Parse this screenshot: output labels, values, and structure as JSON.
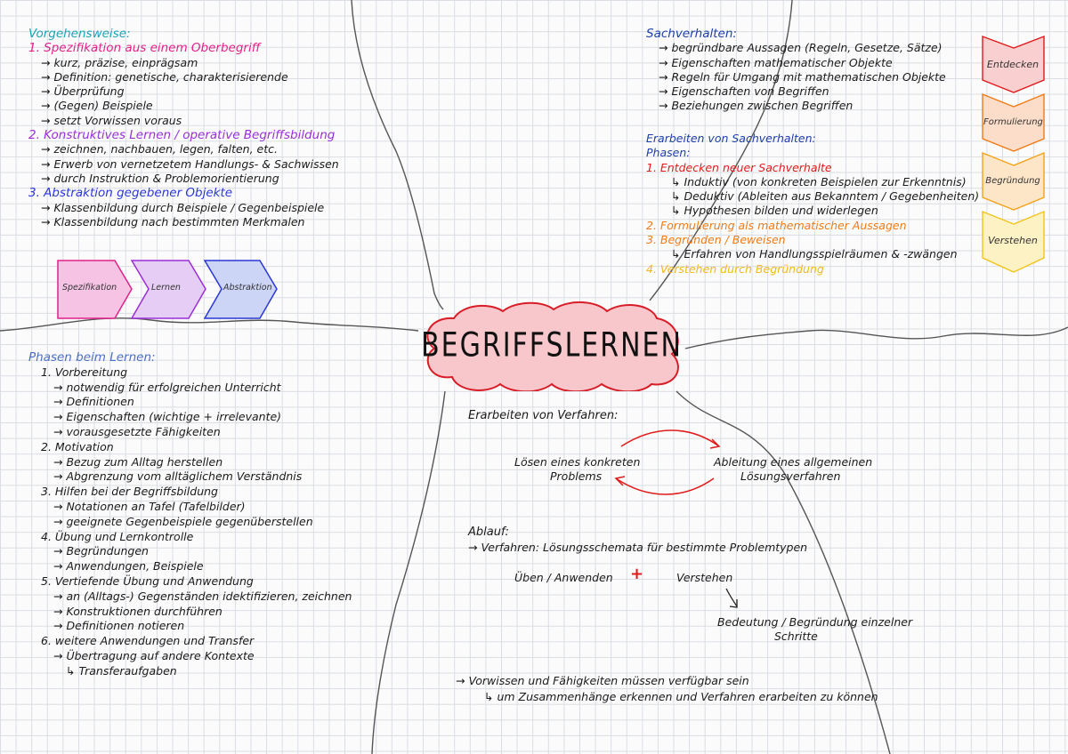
{
  "title": "BEGRIFFSLERNEN",
  "vorgehensweise": {
    "heading": "Vorgehensweise:",
    "s1": "1. Spezifikation aus einem Oberbegriff",
    "s1_items": [
      "→ kurz, präzise, einprägsam",
      "→ Definition: genetische, charakterisierende",
      "→ Überprüfung",
      "→ (Gegen) Beispiele",
      "→ setzt Vorwissen voraus"
    ],
    "s2": "2. Konstruktives Lernen / operative Begriffsbildung",
    "s2_items": [
      "→ zeichnen, nachbauen, legen, falten, etc.",
      "→ Erwerb von vernetzetem Handlungs- & Sachwissen",
      "→ durch Instruktion & Problemorientierung"
    ],
    "s3": "3. Abstraktion gegebener Objekte",
    "s3_items": [
      "→ Klassenbildung durch Beispiele / Gegenbeispiele",
      "→ Klassenbildung nach bestimmten Merkmalen"
    ]
  },
  "chevrons": [
    "Spezifikation",
    "Lernen",
    "Abstraktion"
  ],
  "sachverhalten": {
    "heading": "Sachverhalten:",
    "items": [
      "→ begründbare Aussagen (Regeln, Gesetze, Sätze)",
      "→ Eigenschaften mathematischer Objekte",
      "→ Regeln für Umgang mit mathematischen Objekte",
      "→ Eigenschaften von Begriffen",
      "→ Beziehungen zwischen Begriffen"
    ],
    "erarbeiten": "Erarbeiten von Sachverhalten:",
    "phasen": "Phasen:",
    "p1": "1. Entdecken neuer Sachverhalte",
    "p1_items": [
      "↳ Induktiv (von konkreten Beispielen zur Erkenntnis)",
      "↳ Deduktiv (Ableiten aus Bekanntem / Gegebenheiten)",
      "↳ Hypothesen bilden und widerlegen"
    ],
    "p2": "2. Formulierung als mathematischer Aussagen",
    "p3": "3. Begründen / Beweisen",
    "p3_items": [
      "↳ Erfahren von Handlungsspielräumen & -zwängen"
    ],
    "p4": "4. Verstehen durch Begründung"
  },
  "side_chevrons": [
    "Entdecken",
    "Formulierung",
    "Begründung",
    "Verstehen"
  ],
  "phasen_lernen": {
    "heading": "Phasen beim Lernen:",
    "lines": [
      {
        "t": "1. Vorbereitung",
        "lvl": 1
      },
      {
        "t": "→ notwendig für erfolgreichen Unterricht",
        "lvl": 2
      },
      {
        "t": "→ Definitionen",
        "lvl": 2
      },
      {
        "t": "→ Eigenschaften (wichtige + irrelevante)",
        "lvl": 2
      },
      {
        "t": "→ vorausgesetzte Fähigkeiten",
        "lvl": 2
      },
      {
        "t": "2. Motivation",
        "lvl": 1
      },
      {
        "t": "→ Bezug zum Alltag herstellen",
        "lvl": 2
      },
      {
        "t": "→ Abgrenzung vom alltäglichem Verständnis",
        "lvl": 2
      },
      {
        "t": "3. Hilfen bei der Begriffsbildung",
        "lvl": 1
      },
      {
        "t": "→ Notationen an Tafel (Tafelbilder)",
        "lvl": 2
      },
      {
        "t": "→ geeignete Gegenbeispiele gegenüberstellen",
        "lvl": 2
      },
      {
        "t": "4. Übung und Lernkontrolle",
        "lvl": 1
      },
      {
        "t": "→ Begründungen",
        "lvl": 2
      },
      {
        "t": "→ Anwendungen, Beispiele",
        "lvl": 2
      },
      {
        "t": "5. Vertiefende Übung und Anwendung",
        "lvl": 1
      },
      {
        "t": "→ an (Alltags-) Gegenständen idektifizieren, zeichnen",
        "lvl": 2
      },
      {
        "t": "→ Konstruktionen durchführen",
        "lvl": 2
      },
      {
        "t": "→ Definitionen notieren",
        "lvl": 2
      },
      {
        "t": "6. weitere Anwendungen und Transfer",
        "lvl": 1
      },
      {
        "t": "→ Übertragung auf andere Kontexte",
        "lvl": 2
      },
      {
        "t": "↳ Transferaufgaben",
        "lvl": 3
      }
    ]
  },
  "verfahren": {
    "heading": "Erarbeiten von Verfahren:",
    "left_1": "Lösen eines konkreten",
    "left_2": "Problems",
    "right_1": "Ableitung eines allgemeinen",
    "right_2": "Lösungsverfahren",
    "ablauf": "Ablauf:",
    "ablauf_item": "→ Verfahren: Lösungsschemata für bestimmte Problemtypen",
    "ueben": "Üben / Anwenden",
    "plus": "+",
    "verstehen": "Verstehen",
    "bedeutung_1": "Bedeutung / Begründung einzelner",
    "bedeutung_2": "Schritte",
    "vorwissen_1": "→ Vorwissen und Fähigkeiten müssen verfügbar sein",
    "vorwissen_2": "↳ um Zusammenhänge erkennen und Verfahren erarbeiten zu können"
  },
  "colors": {
    "teal": "#1aa3b8",
    "magenta": "#e0218a",
    "purple": "#9b2fd6",
    "blue": "#2b37d6",
    "red": "#e01b1b",
    "orange": "#f07b16",
    "gold": "#f3b81a"
  }
}
